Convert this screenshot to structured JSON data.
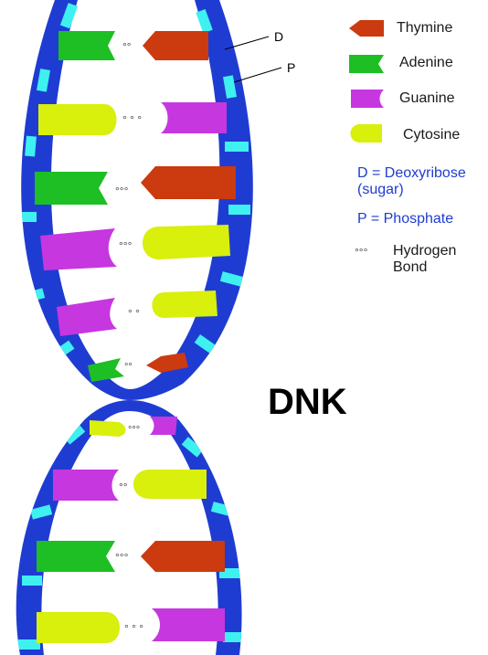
{
  "title": "DNK",
  "legend": {
    "thymine": "Thymine",
    "adenine": "Adenine",
    "guanine": "Guanine",
    "cytosine": "Cytosine"
  },
  "notes": {
    "deoxyribose": "D = Deoxyribose (sugar)",
    "phosphate": "P = Phosphate",
    "hydrogen_bond": "Hydrogen Bond"
  },
  "callouts": {
    "d": "D",
    "p": "P"
  },
  "colors": {
    "thymine": "#cc3a0f",
    "adenine": "#1dbf24",
    "guanine": "#c637e0",
    "cytosine": "#d9ef0c",
    "backbone": "#1f3cd2",
    "phosphate": "#3ff0f0",
    "note_text": "#1f3cd2"
  }
}
